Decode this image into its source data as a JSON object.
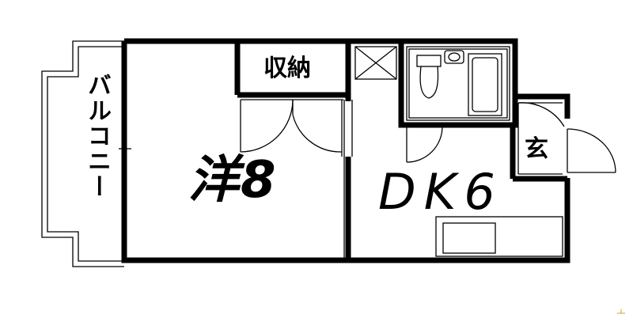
{
  "floor_plan": {
    "rooms": {
      "western_room": "洋8",
      "dining_kitchen": "DK6",
      "closet": "収納",
      "entrance": "玄",
      "balcony": "バルコニー"
    }
  }
}
